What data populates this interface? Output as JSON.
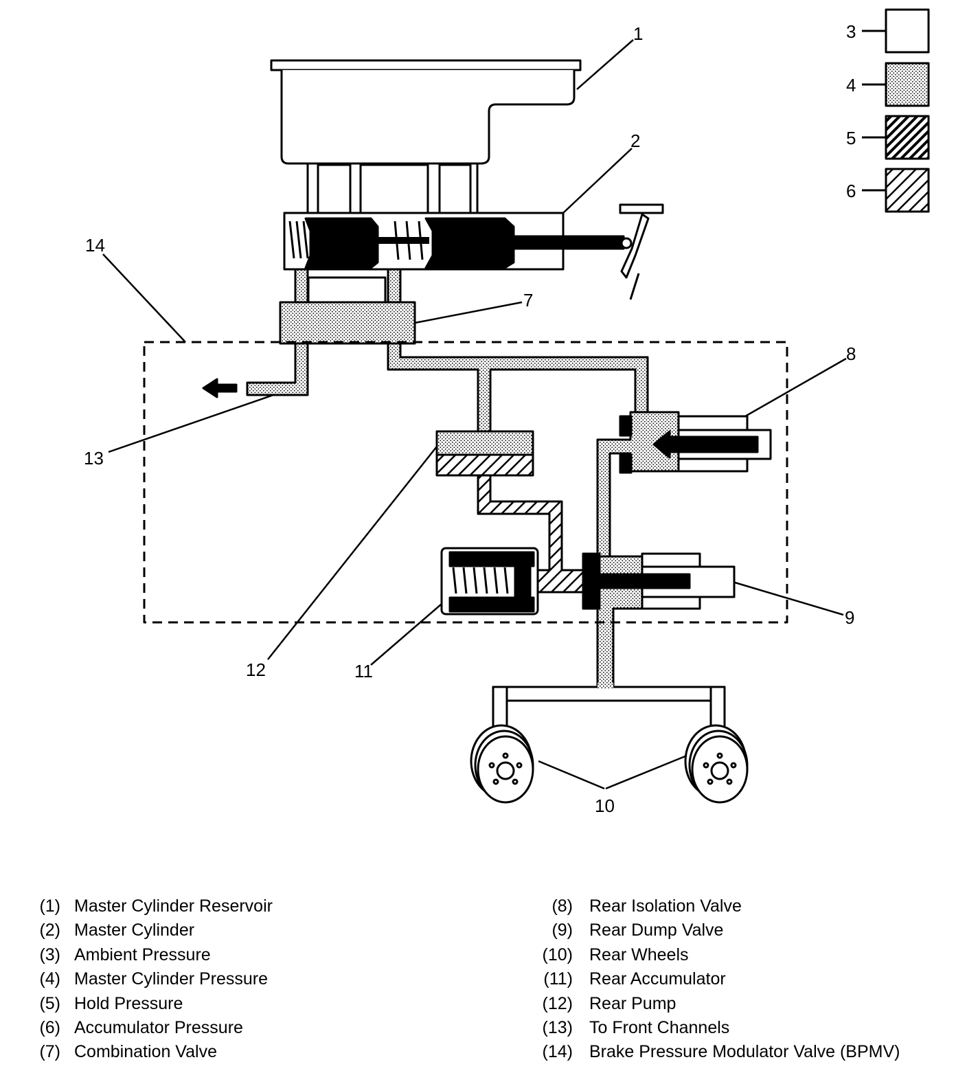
{
  "callouts": [
    "1",
    "2",
    "3",
    "4",
    "5",
    "6",
    "7",
    "8",
    "9",
    "10",
    "11",
    "12",
    "13",
    "14"
  ],
  "legend": {
    "left": [
      {
        "num": "(1)",
        "label": "Master Cylinder Reservoir"
      },
      {
        "num": "(2)",
        "label": "Master Cylinder"
      },
      {
        "num": "(3)",
        "label": "Ambient Pressure"
      },
      {
        "num": "(4)",
        "label": "Master Cylinder Pressure"
      },
      {
        "num": "(5)",
        "label": "Hold Pressure"
      },
      {
        "num": "(6)",
        "label": "Accumulator Pressure"
      },
      {
        "num": "(7)",
        "label": "Combination Valve"
      }
    ],
    "right": [
      {
        "num": "(8)",
        "label": "Rear Isolation Valve"
      },
      {
        "num": "(9)",
        "label": "Rear Dump Valve"
      },
      {
        "num": "(10)",
        "label": "Rear Wheels"
      },
      {
        "num": "(11)",
        "label": "Rear Accumulator"
      },
      {
        "num": "(12)",
        "label": "Rear Pump"
      },
      {
        "num": "(13)",
        "label": "To Front Channels"
      },
      {
        "num": "(14)",
        "label": "Brake Pressure Modulator Valve (BPMV)"
      }
    ]
  },
  "colors": {
    "ink": "#000000",
    "paper": "#ffffff",
    "fluid_stipple": "#000000"
  }
}
